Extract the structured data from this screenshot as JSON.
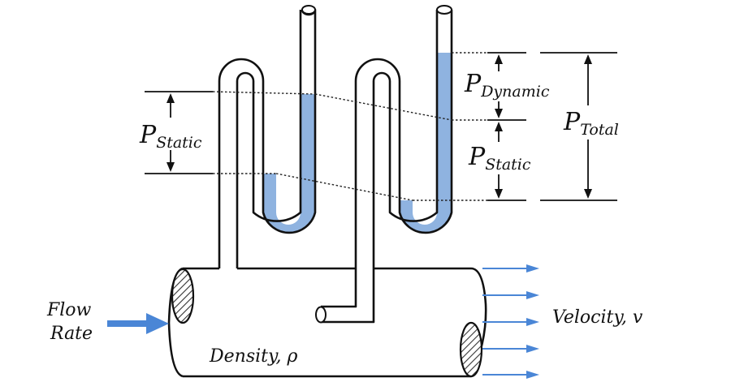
{
  "labels": {
    "p_static_left": {
      "main": "P",
      "sub": "Static"
    },
    "p_dynamic": {
      "main": "P",
      "sub": "Dynamic"
    },
    "p_static_right": {
      "main": "P",
      "sub": "Static"
    },
    "p_total": {
      "main": "P",
      "sub": "Total"
    },
    "flow_line1": "Flow",
    "flow_line2": "Rate",
    "velocity": "Velocity, v",
    "density": "Density, ρ"
  },
  "colors": {
    "fluid": "#8fb3e0",
    "flow_arrow": "#4a86d6",
    "outline": "#111111"
  },
  "icons": [
    "hatched-pipe-end-icon",
    "flow-arrow-icon",
    "velocity-arrow-icon",
    "dimension-arrow-icon"
  ]
}
